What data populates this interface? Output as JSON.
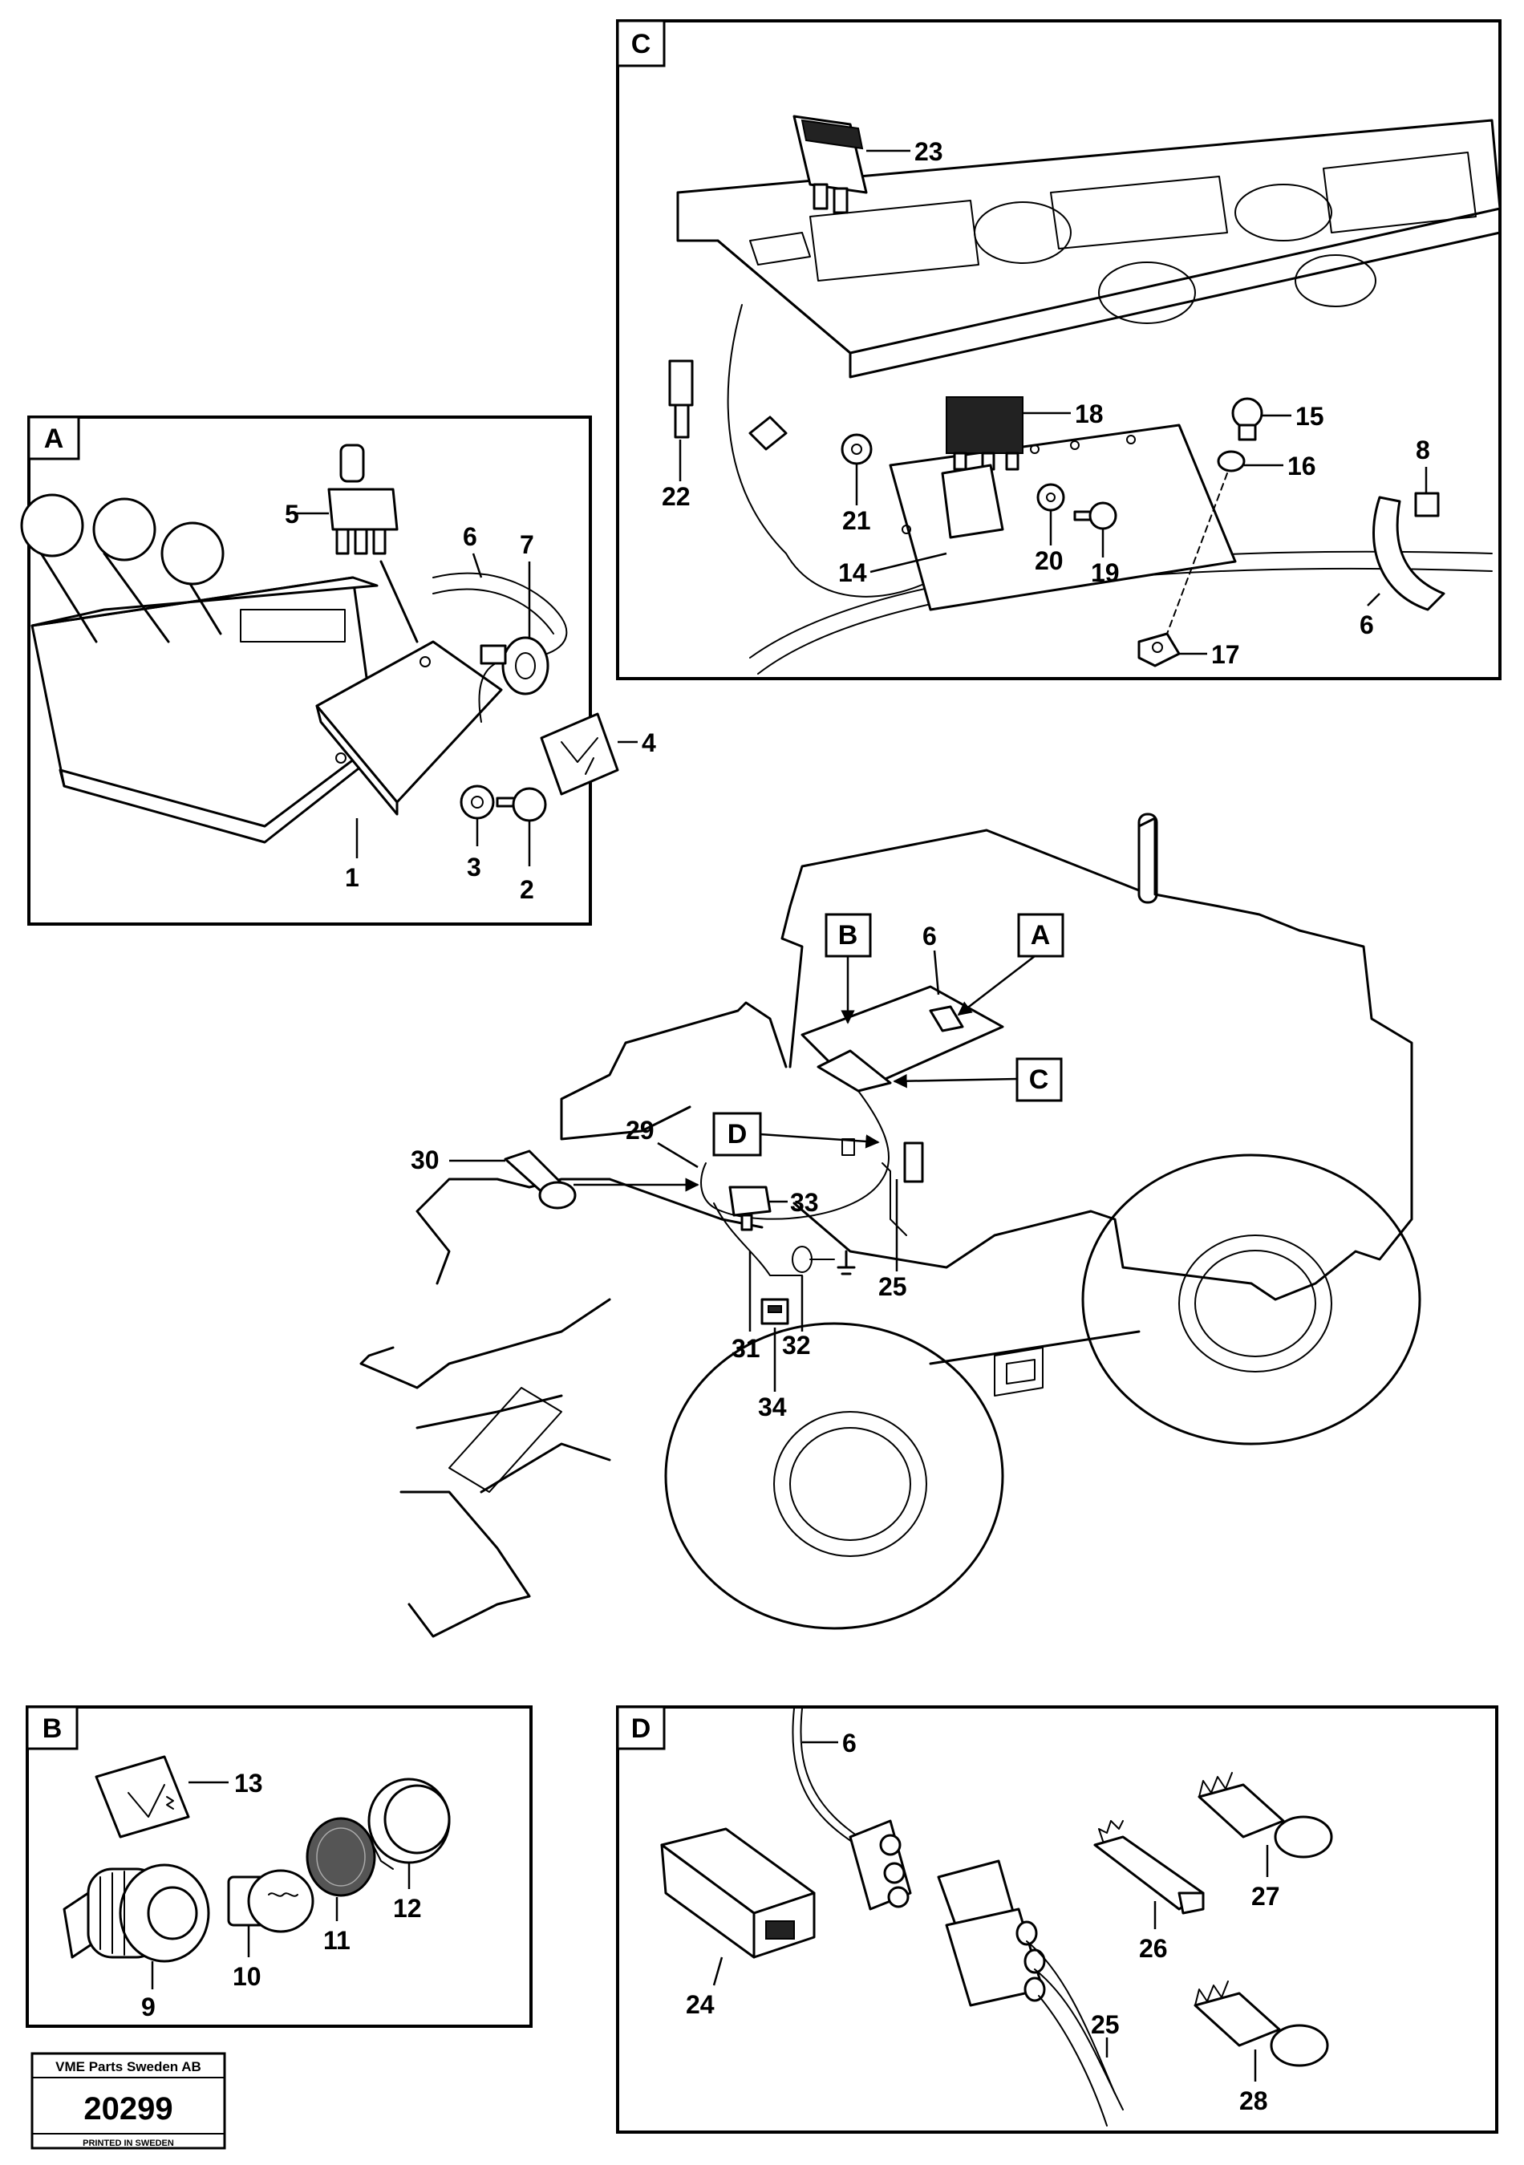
{
  "detail_panels": {
    "A": "A",
    "B": "B",
    "C": "C",
    "D": "D"
  },
  "overview_callouts": {
    "A": "A",
    "B": "B",
    "C": "C",
    "D": "D"
  },
  "part_numbers": {
    "p1": "1",
    "p2": "2",
    "p3": "3",
    "p4": "4",
    "p5": "5",
    "p6": "6",
    "p7": "7",
    "p8": "8",
    "p9": "9",
    "p10": "10",
    "p11": "11",
    "p12": "12",
    "p13": "13",
    "p14": "14",
    "p15": "15",
    "p16": "16",
    "p17": "17",
    "p18": "18",
    "p19": "19",
    "p20": "20",
    "p21": "21",
    "p22": "22",
    "p23": "23",
    "p24": "24",
    "p25": "25",
    "p26": "26",
    "p27": "27",
    "p28": "28",
    "p29": "29",
    "p30": "30",
    "p31": "31",
    "p32": "32",
    "p33": "33",
    "p34": "34"
  },
  "stamp": {
    "company": "VME Parts Sweden AB",
    "drawing_number": "20299",
    "printed": "PRINTED IN SWEDEN"
  }
}
